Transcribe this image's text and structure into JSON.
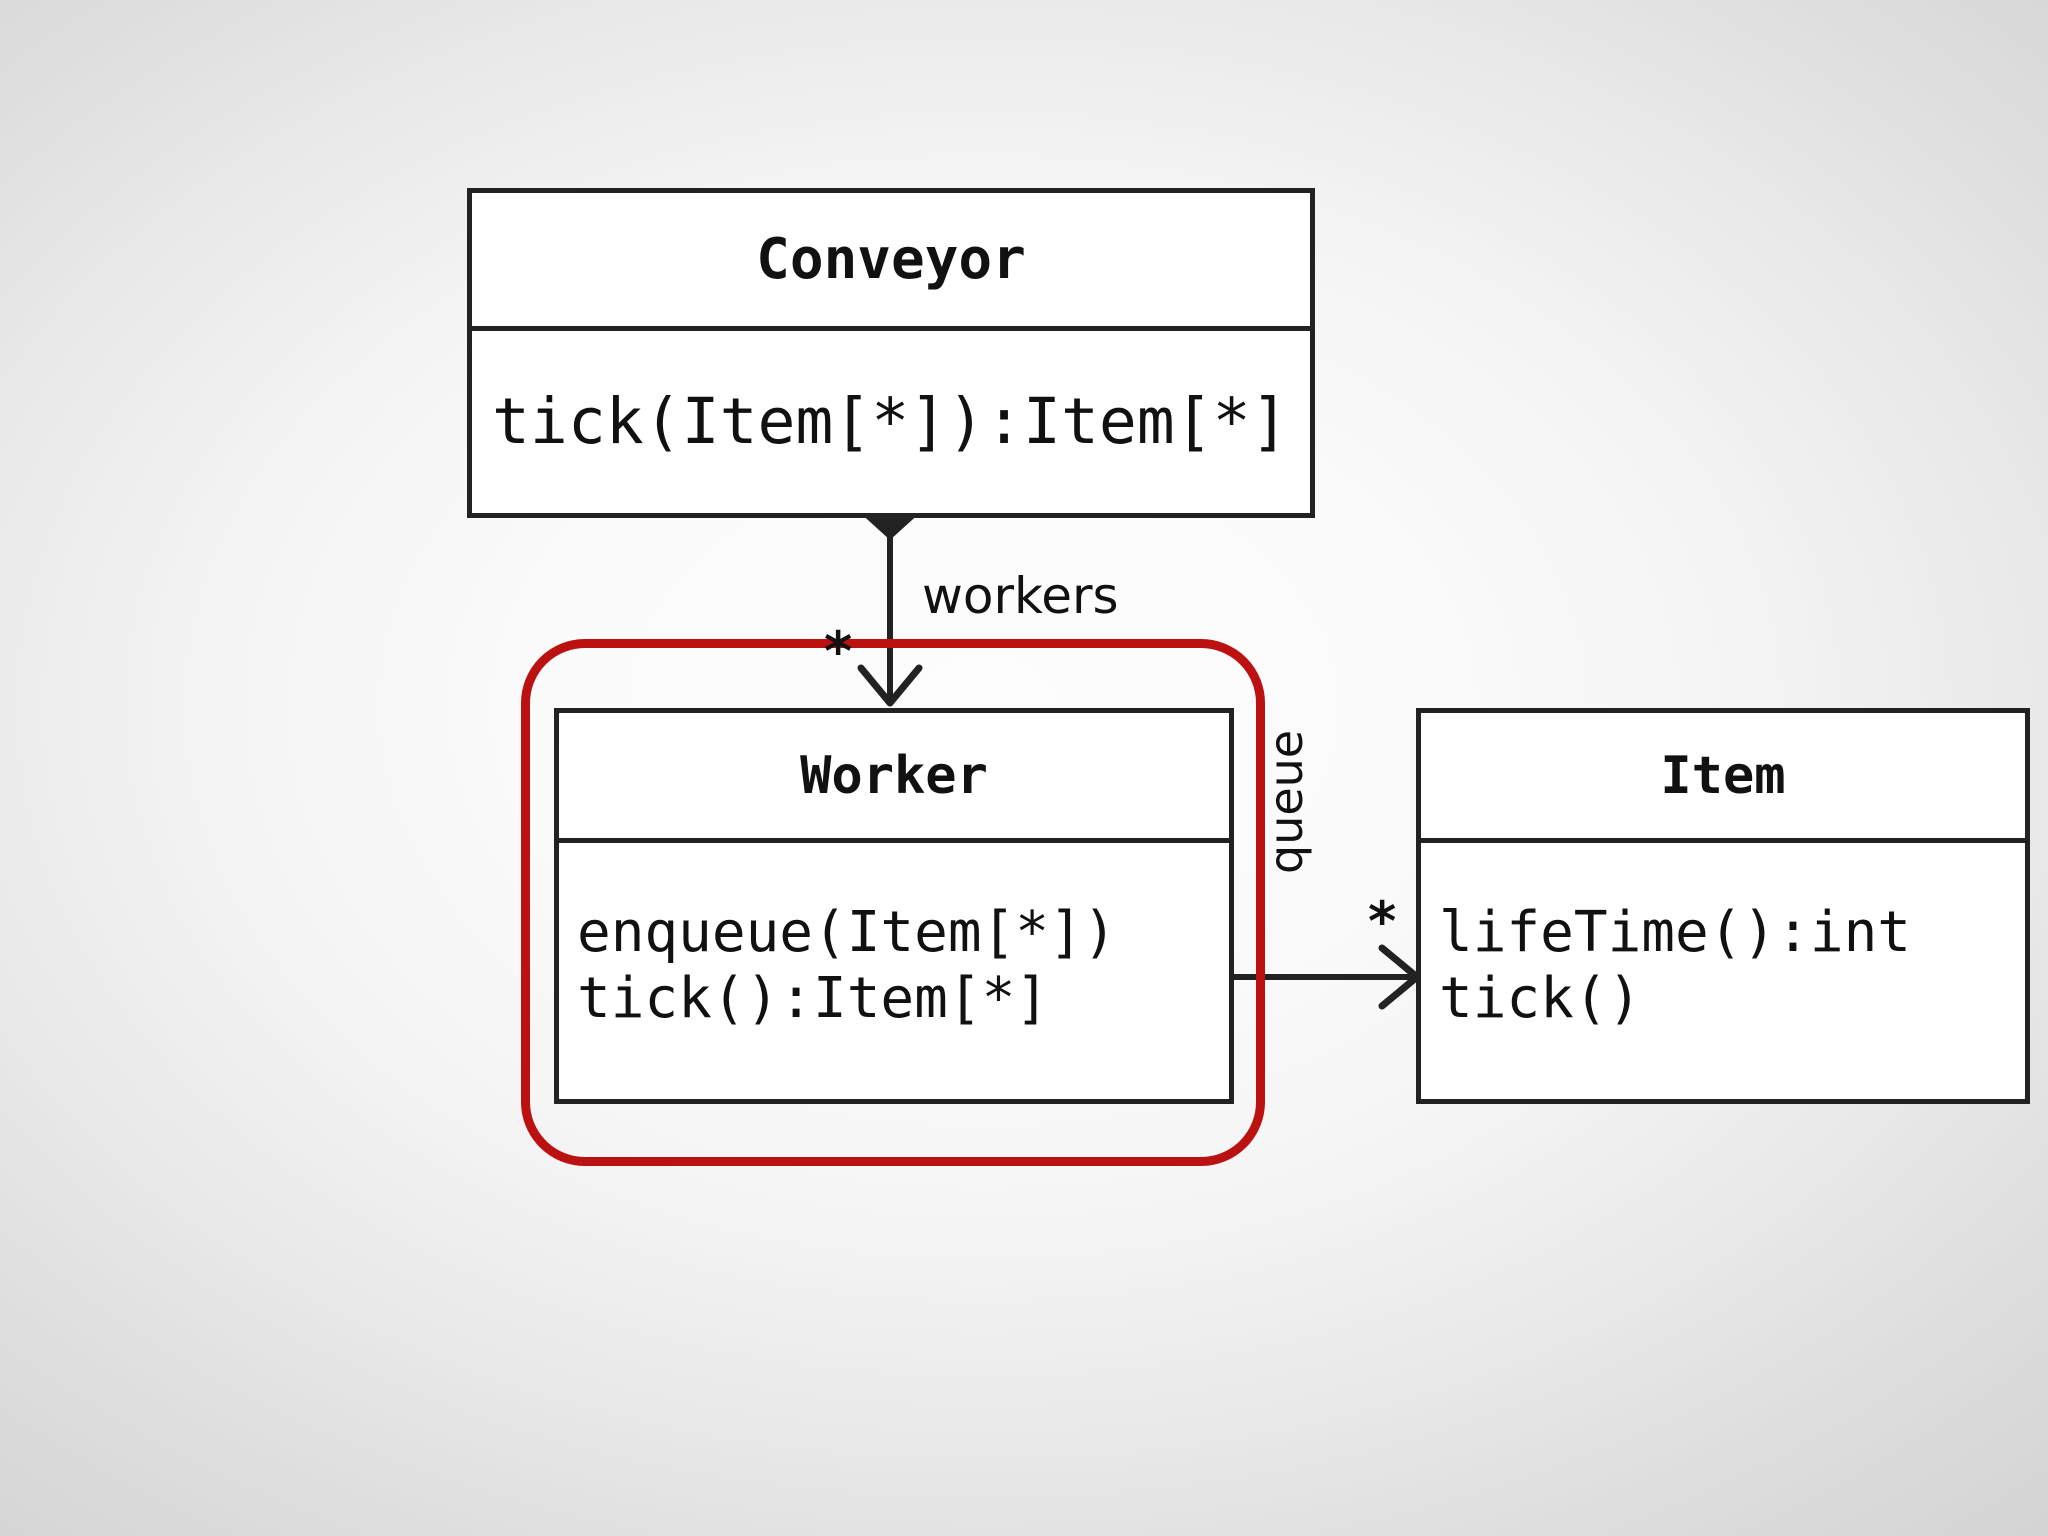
{
  "diagram": {
    "type": "uml-class-diagram",
    "background_color": "#fbfbfb",
    "highlight_color": "#bb1111",
    "line_color": "#222222",
    "classes": [
      {
        "id": "conveyor",
        "name": "Conveyor",
        "attributes": [],
        "methods": [
          "tick(Item[*]):Item[*]"
        ],
        "highlighted": false
      },
      {
        "id": "worker",
        "name": "Worker",
        "attributes": [],
        "methods": [
          "enqueue(Item[*])",
          "tick():Item[*]"
        ],
        "highlighted": true
      },
      {
        "id": "item",
        "name": "Item",
        "attributes": [],
        "methods": [
          "lifeTime():int",
          "tick()"
        ],
        "highlighted": false
      }
    ],
    "relations": [
      {
        "id": "conveyor-workers",
        "from": "conveyor",
        "to": "worker",
        "kind": "composition",
        "role": "workers",
        "multiplicity": "*",
        "source_marker": "filled-diamond",
        "target_marker": "open-arrow"
      },
      {
        "id": "worker-queue",
        "from": "worker",
        "to": "item",
        "kind": "association",
        "role": "queue",
        "multiplicity": "*",
        "source_marker": "none",
        "target_marker": "open-arrow"
      }
    ]
  }
}
